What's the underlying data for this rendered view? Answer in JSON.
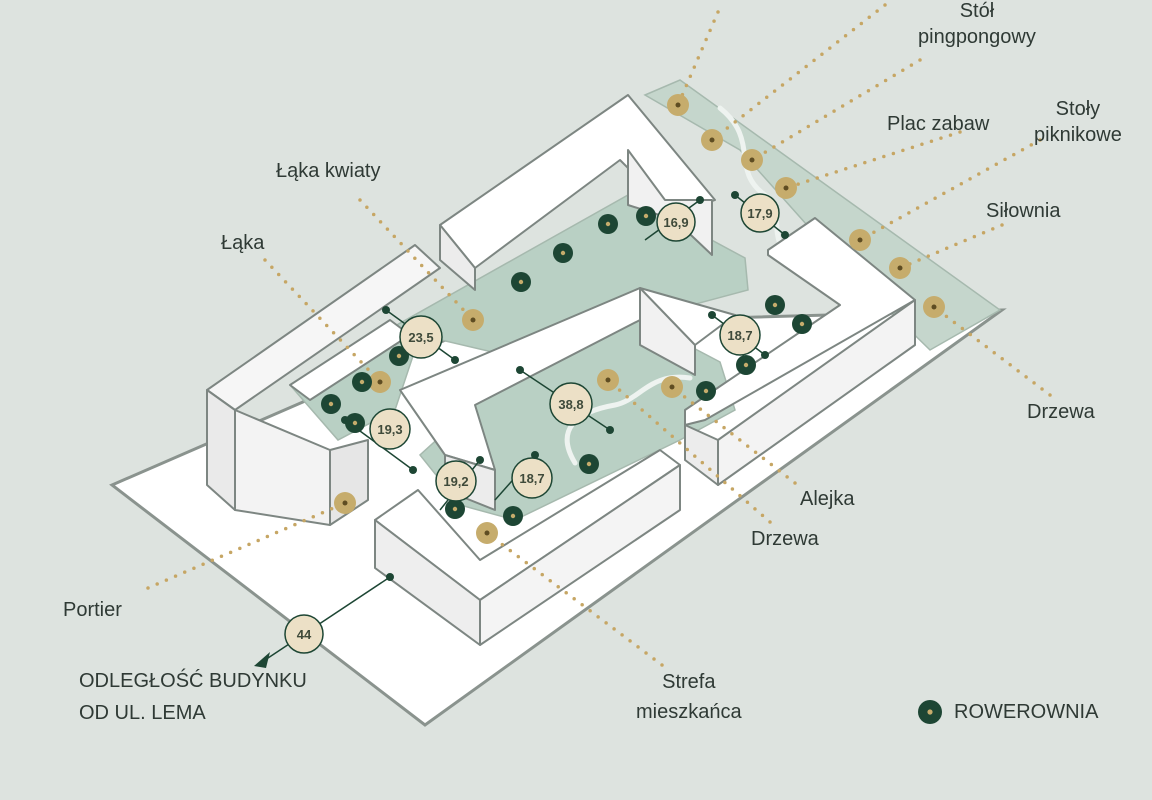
{
  "colors": {
    "background": "#dde3df",
    "building": "#ffffff",
    "building_stroke": "#7d8682",
    "courtyard": "#b9d0c4",
    "amenity_dot": "#c6ac6c",
    "bike_dot": "#1d4634",
    "distance_badge": "#ece0c6",
    "dotted_line": "#c6a664",
    "text": "#2f3a35"
  },
  "labels": {
    "stol_pingpongowy": "Stół\npingpongowy",
    "plac_zabaw": "Plac zabaw",
    "stoly_piknikowe": "Stoły\npiknikowe",
    "silownia": "Siłownia",
    "laka_kwiaty": "Łąka kwiaty",
    "laka": "Łąka",
    "drzewa_right": "Drzewa",
    "alejka": "Alejka",
    "drzewa_bottom": "Drzewa",
    "portier": "Portier",
    "strefa_mieszkanca": "Strefa\nmieszkańca",
    "odleglosc": "ODLEGŁOŚĆ BUDYNKU\nOD UL. LEMA"
  },
  "legend": {
    "rowerownia": "ROWEROWNIA",
    "bike_icon": "bike-room-dot-icon"
  },
  "distances": [
    {
      "value": "16,9"
    },
    {
      "value": "17,9"
    },
    {
      "value": "23,5"
    },
    {
      "value": "18,7"
    },
    {
      "value": "38,8"
    },
    {
      "value": "19,3"
    },
    {
      "value": "19,2"
    },
    {
      "value": "18,7"
    },
    {
      "value": "44"
    }
  ]
}
